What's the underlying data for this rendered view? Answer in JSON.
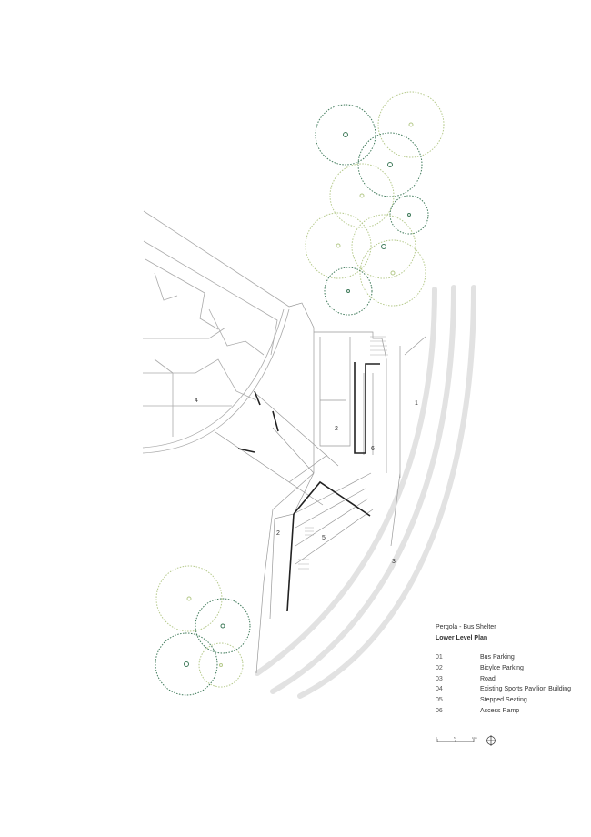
{
  "drawing": {
    "subtitle": "Pergola - Bus Shelter",
    "title": "Lower Level Plan",
    "legend": [
      {
        "num": "01",
        "label": "Bus Parking"
      },
      {
        "num": "02",
        "label": "Bicylce Parking"
      },
      {
        "num": "03",
        "label": "Road"
      },
      {
        "num": "04",
        "label": "Existing Sports Pavilion Building"
      },
      {
        "num": "05",
        "label": "Stepped Seating"
      },
      {
        "num": "06",
        "label": "Access Ramp"
      }
    ],
    "plan_labels": [
      "1",
      "2",
      "6",
      "4",
      "2",
      "5",
      "3"
    ],
    "scale_bar": {
      "ticks": [
        "0",
        "5",
        "10m"
      ]
    },
    "north_icon": "north-arrow-icon",
    "colors": {
      "tree_light": "#b5c98a",
      "tree_dark": "#3f7a5a",
      "road": "#e3e3e3",
      "lines": "#9a9a9a",
      "walls": "#222222"
    }
  }
}
